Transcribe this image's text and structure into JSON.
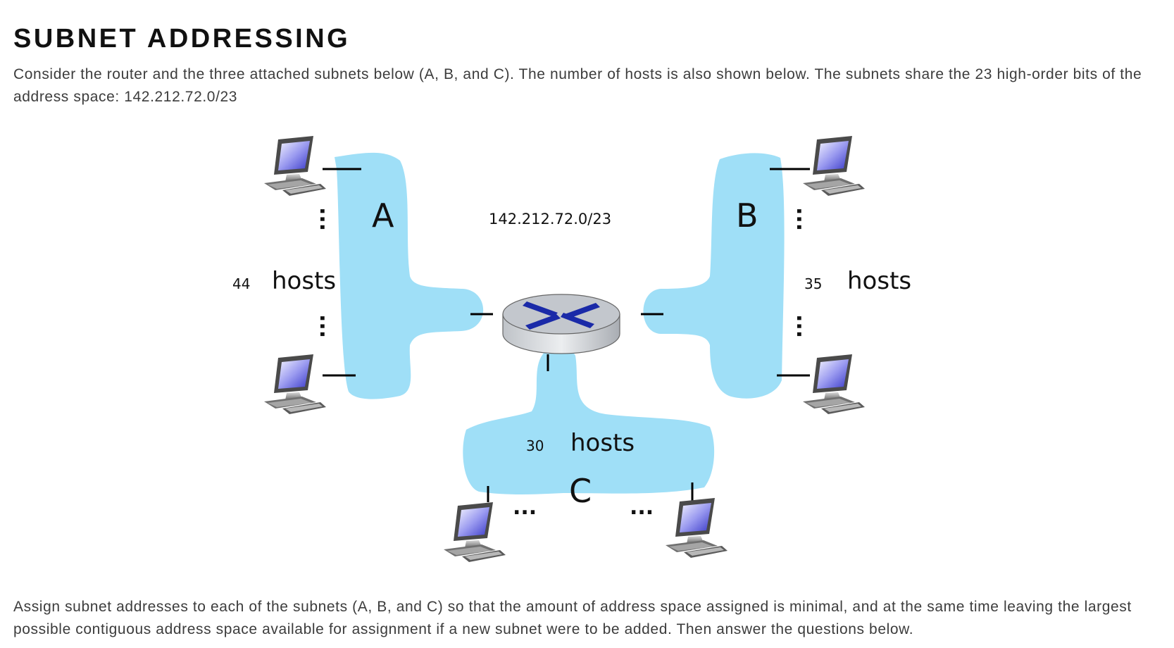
{
  "heading": "SUBNET ADDRESSING",
  "intro": "Consider the router and the three attached subnets below (A, B, and C). The number of hosts is also shown below. The subnets share the 23 high-order bits of the address space: 142.212.72.0/23",
  "diagram": {
    "address_block": "142.212.72.0/23",
    "subnets": [
      {
        "letter": "A",
        "host_count": "44",
        "hosts_word": "hosts"
      },
      {
        "letter": "B",
        "host_count": "35",
        "hosts_word": "hosts"
      },
      {
        "letter": "C",
        "host_count": "30",
        "hosts_word": "hosts"
      }
    ],
    "ellipsis": "...",
    "icons": [
      "router-icon",
      "computer-icon"
    ],
    "colors": {
      "subnet_fill": "#9fdff7",
      "router_arrows": "#1a2aa8",
      "line": "#000000"
    }
  },
  "instructions": "Assign subnet addresses to each of the subnets (A, B, and C) so that the amount of address space assigned is minimal, and at the same time leaving the largest possible contiguous address space available for assignment if a new subnet were to be added. Then answer the questions below."
}
